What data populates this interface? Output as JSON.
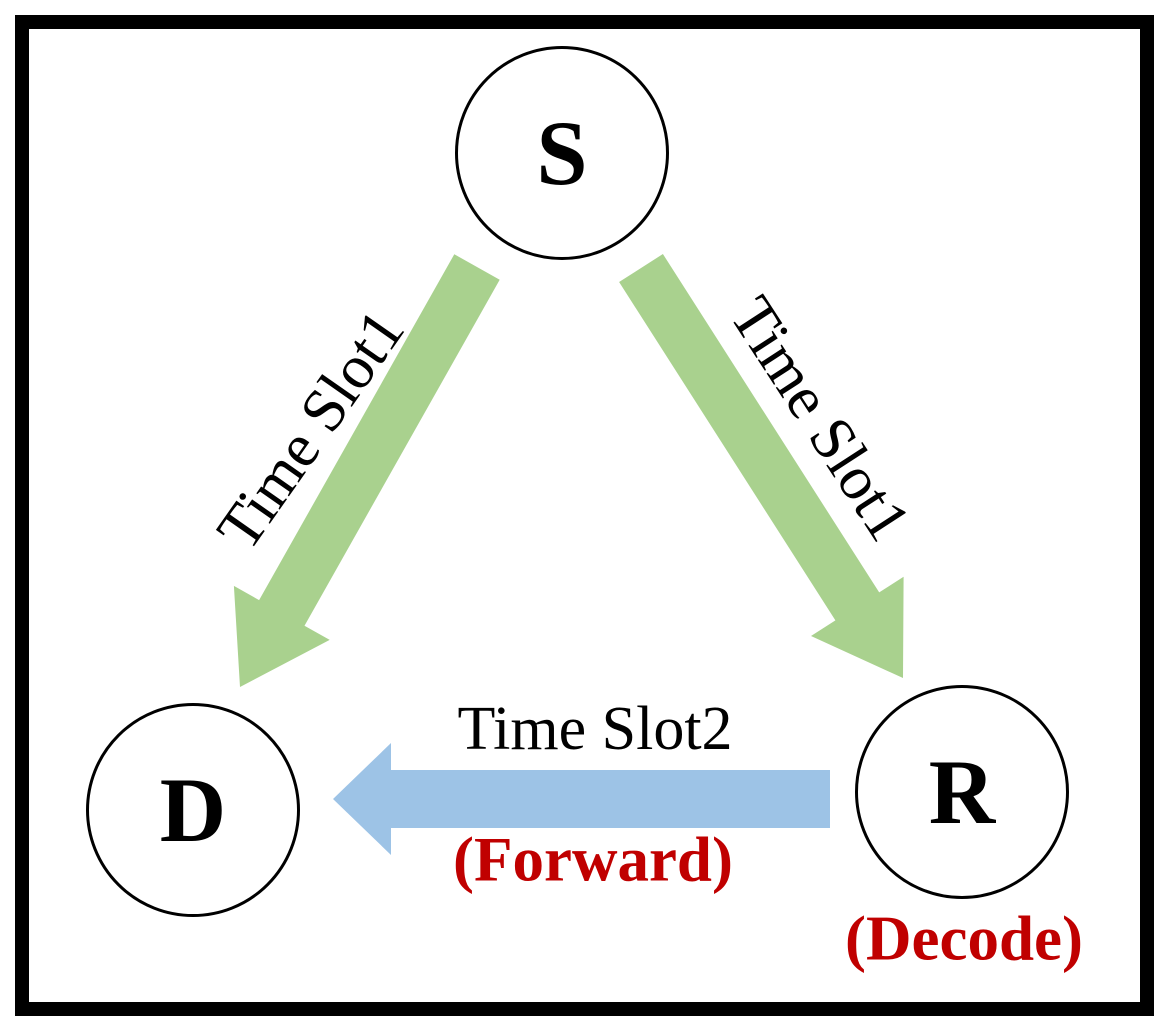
{
  "nodes": {
    "source": {
      "label": "S"
    },
    "destination": {
      "label": "D"
    },
    "relay": {
      "label": "R",
      "annotation": "(Decode)"
    }
  },
  "edges": {
    "s_to_d": {
      "label": "Time Slot1"
    },
    "s_to_r": {
      "label": "Time Slot1"
    },
    "r_to_d": {
      "label": "Time Slot2",
      "annotation": "(Forward)"
    }
  },
  "colors": {
    "slot1_arrow": "#a9d18e",
    "slot2_arrow": "#9dc3e6",
    "annotation_text": "#c00000",
    "label_text": "#000000",
    "node_outline": "#000000",
    "frame_border": "#000000",
    "background": "#ffffff"
  }
}
